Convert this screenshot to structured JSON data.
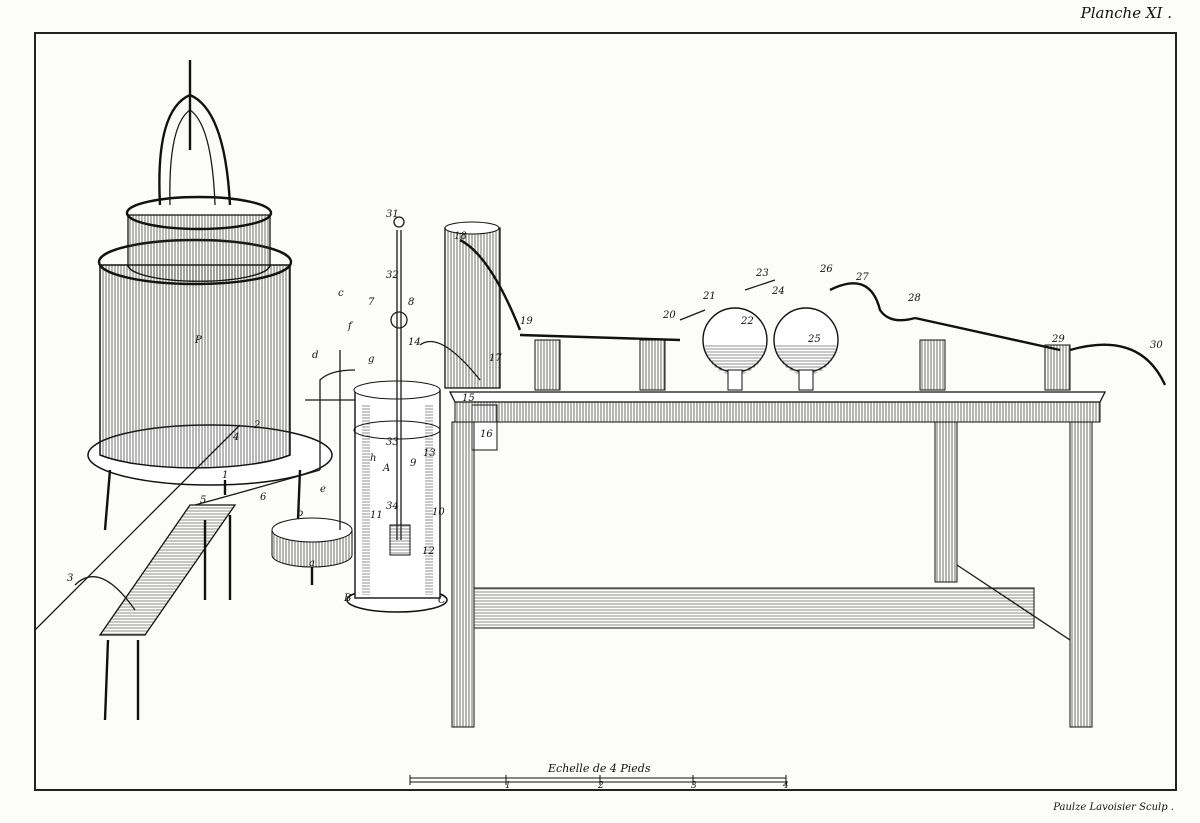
{
  "plate_title": "Planche XI .",
  "scale": {
    "title": "Echelle de 4 Pieds",
    "ticks": [
      "1",
      "2",
      "3",
      "4"
    ]
  },
  "engraver_credit": "Paulze Lavoisier Sculp .",
  "figure_labels": {
    "P": "P",
    "a": "a",
    "b": "b",
    "c": "c",
    "d": "d",
    "e": "e",
    "f": "f",
    "g": "g",
    "h": "h",
    "A": "A",
    "B": "B",
    "C": "C",
    "n1": "1",
    "n2": "2",
    "n3": "3",
    "n4": "4",
    "n5": "5",
    "n6": "6",
    "n7": "7",
    "n8": "8",
    "n9": "9",
    "n10": "10",
    "n11": "11",
    "n12": "12",
    "n13": "13",
    "n14": "14",
    "n15": "15",
    "n16": "16",
    "n17": "17",
    "n18": "18",
    "n19": "19",
    "n20": "20",
    "n21": "21",
    "n22": "22",
    "n23": "23",
    "n24": "24",
    "n25": "25",
    "n26": "26",
    "n27": "27",
    "n28": "28",
    "n29": "29",
    "n30": "30",
    "n31": "31",
    "n32": "32",
    "n33": "33",
    "n34": "34"
  }
}
